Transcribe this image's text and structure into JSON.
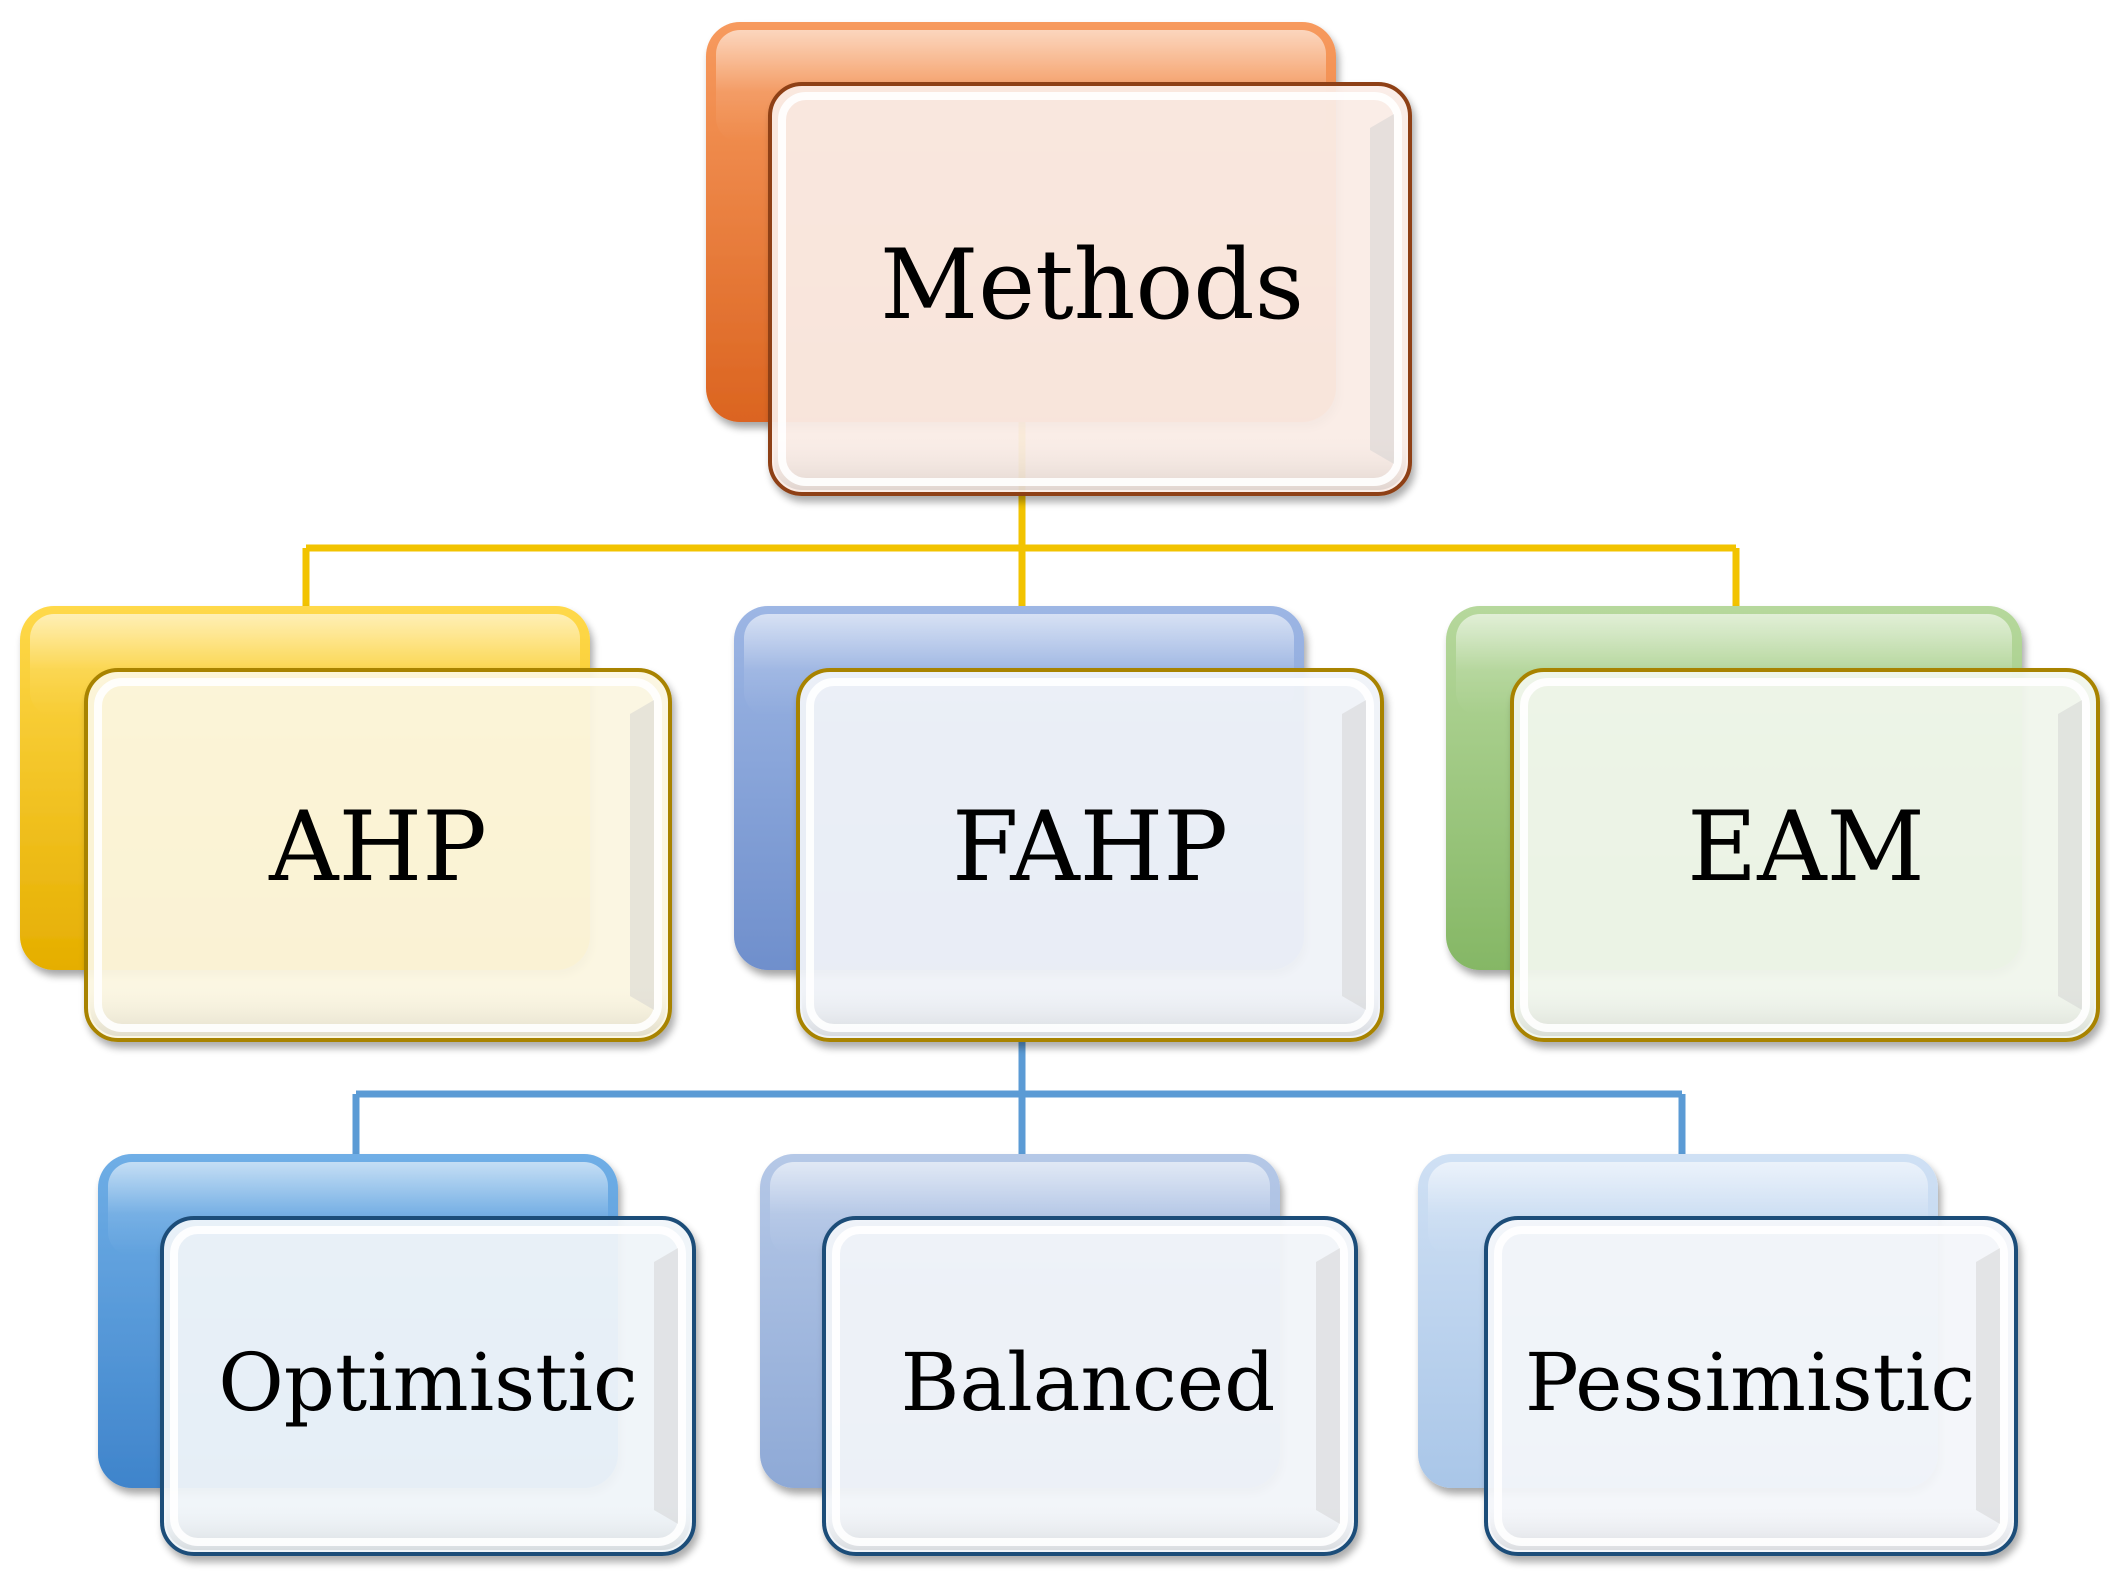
{
  "palette": {
    "connector_top": "#F2C300",
    "connector_bottom": "#5B9BD5"
  },
  "nodes": {
    "methods": {
      "label": "Methods",
      "back_top": "#F79A5E",
      "back_bottom": "#DB6420",
      "front_fill": "#FDEFE8",
      "border": "#8E3F12"
    },
    "ahp": {
      "label": "AHP",
      "back_top": "#FFD94A",
      "back_bottom": "#E5AE00",
      "front_fill": "#FEF9E3",
      "border": "#A88300"
    },
    "fahp": {
      "label": "FAHP",
      "back_top": "#9DB6E4",
      "back_bottom": "#6F8FCC",
      "front_fill": "#F2F5FB",
      "border": "#A88300"
    },
    "eam": {
      "label": "EAM",
      "back_top": "#B6D89C",
      "back_bottom": "#85B765",
      "front_fill": "#F3F8EF",
      "border": "#A88300"
    },
    "optimistic": {
      "label": "Optimistic",
      "back_top": "#6FAEE6",
      "back_bottom": "#3F84CB",
      "front_fill": "#F2F7FC",
      "border": "#1F4E79"
    },
    "balanced": {
      "label": "Balanced",
      "back_top": "#B5C8E7",
      "back_bottom": "#8EA9D6",
      "front_fill": "#F4F7FC",
      "border": "#1F4E79"
    },
    "pessimistic": {
      "label": "Pessimistic",
      "back_top": "#CFE0F4",
      "back_bottom": "#A9C6E8",
      "front_fill": "#F6F9FD",
      "border": "#1F4E79"
    }
  }
}
